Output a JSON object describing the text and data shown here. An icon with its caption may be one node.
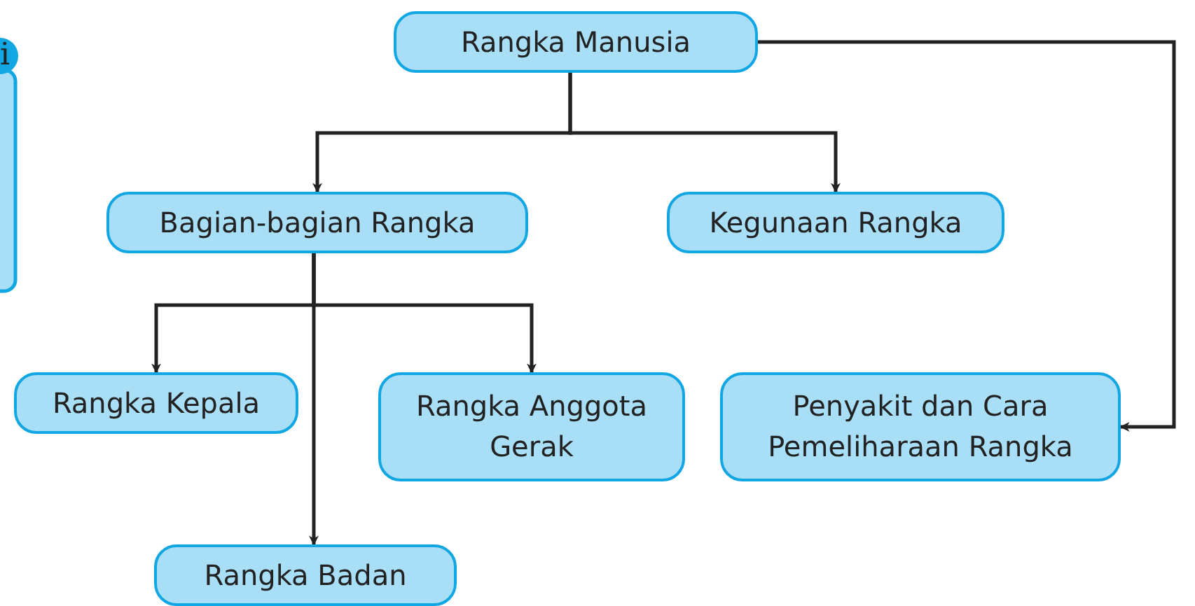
{
  "diagram": {
    "nodes": [
      {
        "text": [
          "Rangka Manusia"
        ]
      },
      {
        "text": [
          "Bagian-bagian Rangka"
        ]
      },
      {
        "text": [
          "Kegunaan Rangka"
        ]
      },
      {
        "text": [
          "Rangka Kepala"
        ]
      },
      {
        "text": [
          "Rangka Anggota Gerak"
        ]
      },
      {
        "text": [
          "Penyakit dan Cara Pemeliharaan Rangka"
        ]
      },
      {
        "text": [
          "Rangka Badan"
        ]
      }
    ],
    "edges": [
      {
        "from": 0,
        "to": 1,
        "arrow": "to"
      },
      {
        "from": 0,
        "to": 2,
        "arrow": "to"
      },
      {
        "from": 0,
        "to": 5,
        "arrow": "to"
      },
      {
        "from": 1,
        "to": 3,
        "arrow": "to"
      },
      {
        "from": 1,
        "to": 4,
        "arrow": "to"
      },
      {
        "from": 1,
        "to": 6,
        "arrow": "to"
      }
    ],
    "labels": [
      "i"
    ]
  }
}
